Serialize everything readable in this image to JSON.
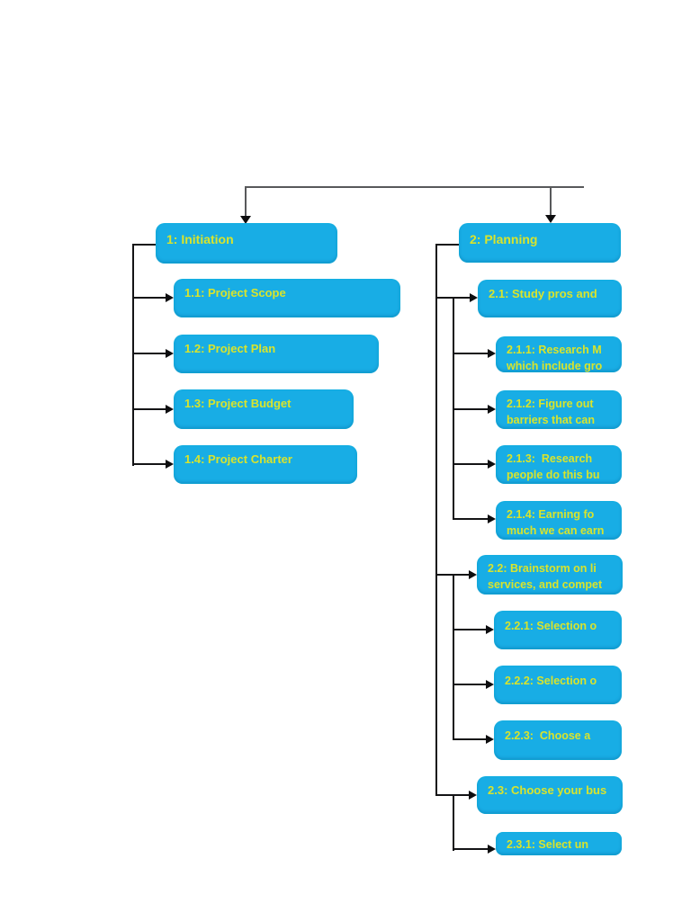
{
  "document": {
    "background": "#FFFFFF"
  },
  "diagram": {
    "type": "work-breakdown-structure-tree",
    "colors": {
      "node_fill": "#18ADE5",
      "node_text": "#D9E42C",
      "trunk_line": "#58595B",
      "branch_line": "#141416"
    },
    "nodes": {
      "n1": {
        "label": "1: Initiation"
      },
      "n1_1": {
        "label": "1.1: Project Scope"
      },
      "n1_2": {
        "label": "1.2: Project Plan"
      },
      "n1_3": {
        "label": "1.3: Project Budget"
      },
      "n1_4": {
        "label": "1.4: Project Charter"
      },
      "n2": {
        "label": "2: Planning"
      },
      "n2_1": {
        "label": "2.1: Study pros and"
      },
      "n2_1_1": {
        "line1": "2.1.1: Research M",
        "line2": "which include gro"
      },
      "n2_1_2": {
        "line1": "2.1.2: Figure out ",
        "line2": "barriers that can "
      },
      "n2_1_3": {
        "line1": "2.1.3:  Research ",
        "line2": "people do this bu"
      },
      "n2_1_4": {
        "line1": "2.1.4: Earning fo",
        "line2": "much we can earn"
      },
      "n2_2": {
        "line1": "2.2: Brainstorm on li",
        "line2": "services, and compet"
      },
      "n2_2_1": {
        "label": "2.2.1: Selection o"
      },
      "n2_2_2": {
        "label": "2.2.2: Selection o"
      },
      "n2_2_3": {
        "label": "2.2.3:  Choose a"
      },
      "n2_3": {
        "label": "2.3: Choose your bus"
      },
      "n2_3_1": {
        "label": "2.3.1: Select un"
      }
    }
  }
}
